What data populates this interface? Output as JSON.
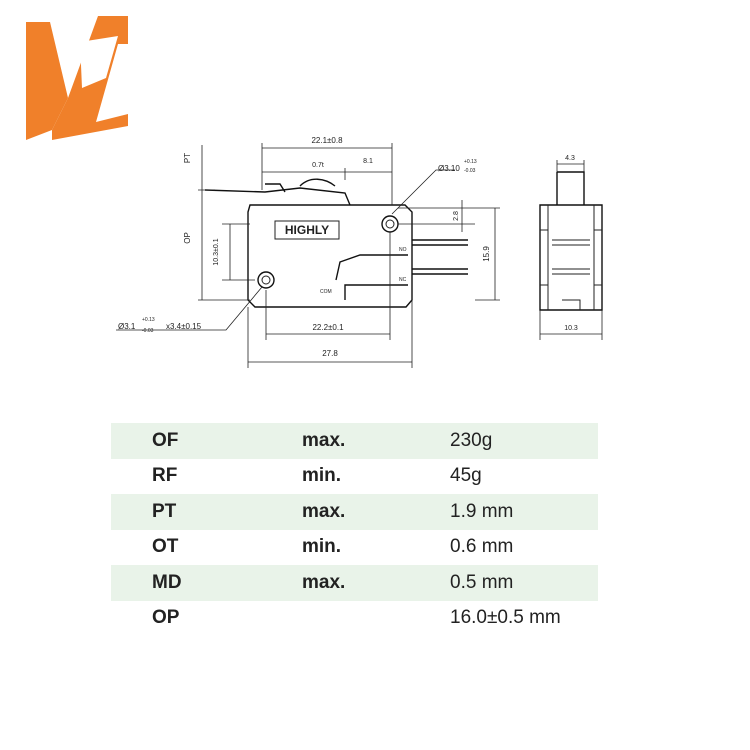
{
  "logo": {
    "color": "#f0802a"
  },
  "drawing": {
    "body_label": "HIGHLY",
    "dim_width": "22.1±0.8",
    "dim_lever_tip": "0.7t",
    "dim_lever_offset": "8.1",
    "dim_hole_right_main": "Ø3.10",
    "dim_hole_right_tol_top": "+0.13",
    "dim_hole_right_tol_bot": "-0.03",
    "dim_2_8": "2.8",
    "dim_15_9": "15.9",
    "dim_10_3_vert": "10.3±0.1",
    "dim_22_2": "22.2±0.1",
    "dim_27_8": "27.8",
    "dim_hole_left_main": "Ø3.1",
    "dim_hole_left_tol_top": "+0.13",
    "dim_hole_left_tol_bot": "-0.03",
    "dim_hole_left_depth": "x3.4±0.15",
    "label_pt": "PT",
    "label_op": "OP",
    "label_no": "NO",
    "label_nc": "NC",
    "label_com": "COM",
    "side_top": "4.3",
    "side_bottom": "10.3"
  },
  "specs": [
    {
      "name": "OF",
      "qualifier": "max.",
      "value": "230g"
    },
    {
      "name": "RF",
      "qualifier": "min.",
      "value": "45g"
    },
    {
      "name": "PT",
      "qualifier": "max.",
      "value": "1.9 mm"
    },
    {
      "name": "OT",
      "qualifier": "min.",
      "value": "0.6 mm"
    },
    {
      "name": "MD",
      "qualifier": "max.",
      "value": "0.5 mm"
    },
    {
      "name": "OP",
      "qualifier": "",
      "value": "16.0±0.5 mm"
    }
  ]
}
